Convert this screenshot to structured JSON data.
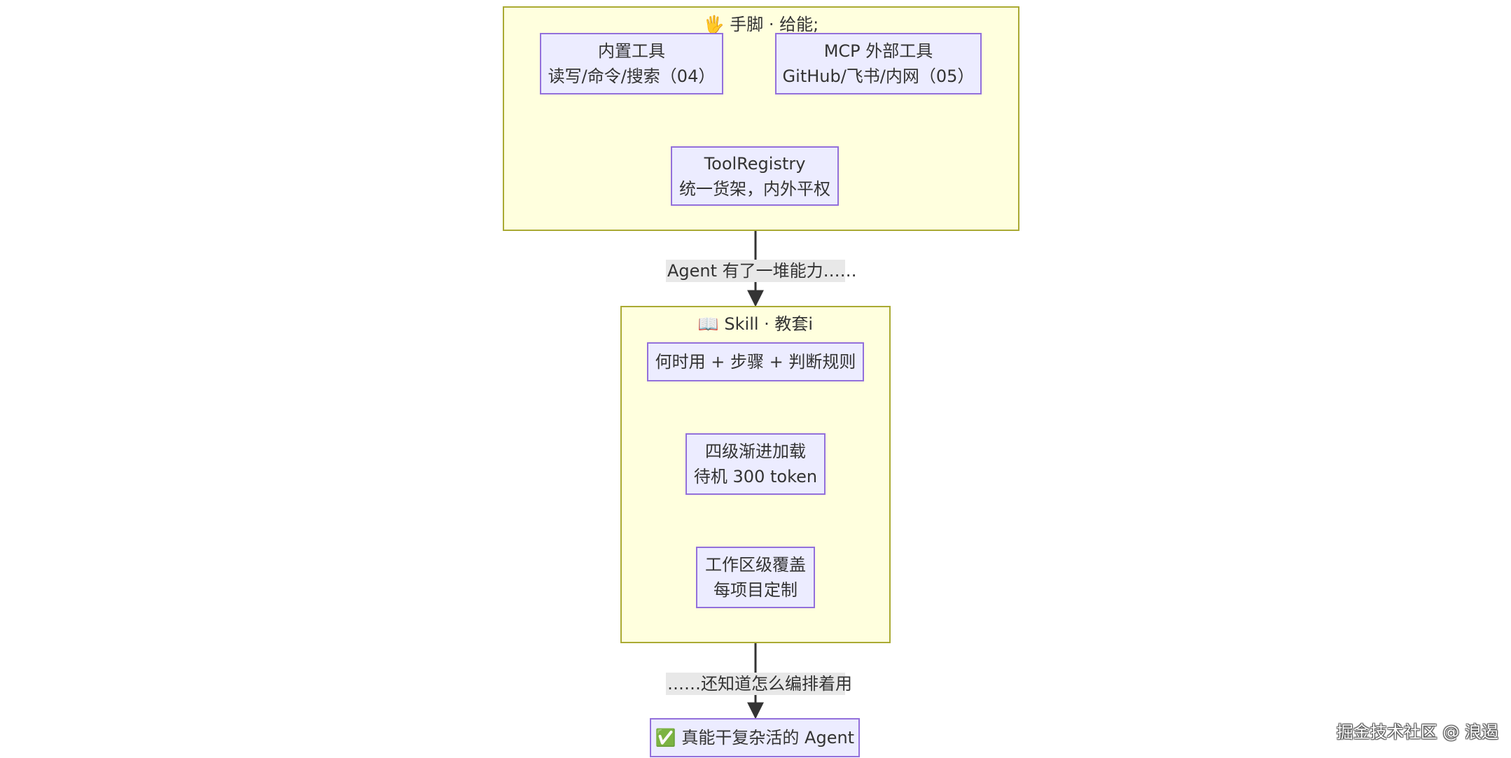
{
  "clusters": {
    "tools": {
      "title": "🖐️ 手脚 · 给能;"
    },
    "skill": {
      "title": "📖 Skill · 教套i"
    }
  },
  "nodes": {
    "builtin": {
      "line1": "内置工具",
      "line2": "读写/命令/搜索（04）"
    },
    "mcp": {
      "line1": "MCP 外部工具",
      "line2": "GitHub/飞书/内网（05）"
    },
    "registry": {
      "line1": "ToolRegistry",
      "line2": "统一货架，内外平权"
    },
    "when": {
      "line1": "何时用 + 步骤 + 判断规则"
    },
    "levels": {
      "line1": "四级渐进加载",
      "line2": "待机 300 token"
    },
    "workspace": {
      "line1": "工作区级覆盖",
      "line2": "每项目定制"
    },
    "agent": {
      "line1": "✅ 真能干复杂活的 Agent"
    }
  },
  "edges": {
    "label1": "Agent 有了一堆能力……",
    "label2": "……还知道怎么编排着用"
  },
  "watermark": "掘金技术社区 @ 浪遏"
}
